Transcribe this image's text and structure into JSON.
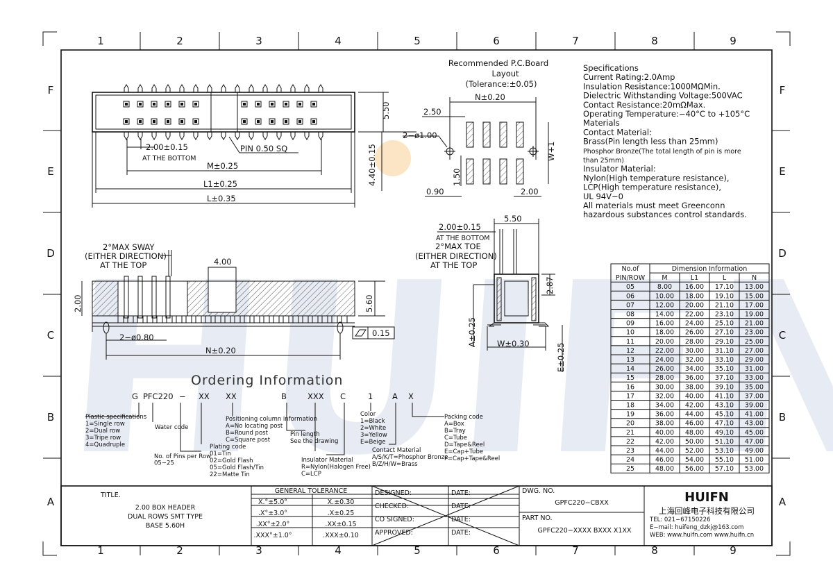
{
  "border": {
    "cols": [
      "1",
      "2",
      "3",
      "4",
      "5",
      "6",
      "7",
      "8",
      "9"
    ],
    "rows": [
      "F",
      "E",
      "D",
      "C",
      "B",
      "A"
    ]
  },
  "watermark": "HUIFN",
  "pcb": {
    "title_l1": "Recommended P.C.Board",
    "title_l2": "Layout",
    "tolerance": "(Tolerance:±0.05)",
    "n": "N±0.20",
    "d250": "2.50",
    "hole": "2−ø1.00",
    "d150": "1.50",
    "w1": "W+1",
    "d090": "0.90",
    "d200": "2.00"
  },
  "top_view": {
    "d550": "5.50",
    "pitch": "2.00±0.15",
    "at_bottom": "AT THE BOTTOM",
    "pin": "PIN 0.50 SQ",
    "m": "M±0.25",
    "l1": "L1±0.25",
    "l": "L±0.35",
    "d440": "4.40±0.15"
  },
  "front_view": {
    "sway1": "2°MAX SWAY",
    "sway2": "(EITHER DIRECTION)",
    "sway3": "AT THE TOP",
    "d400": "4.00",
    "d200": "2.00",
    "d560": "5.60",
    "holes": "2−ø0.80",
    "n": "N±0.20",
    "flat": "0.15"
  },
  "side_view": {
    "pitch": "2.00±0.15",
    "d550": "5.50",
    "at_bottom": "AT THE BOTTOM",
    "toe1": "2°MAX TOE",
    "toe2": "(EITHER DIRECTION)",
    "toe3": "AT THE TOP",
    "d287": "2.87",
    "a": "A±0.25",
    "w": "W±0.30",
    "e": "E±0.25"
  },
  "specs": [
    "Specifications",
    "Current Rating:2.0Amp",
    "Insulation Resistance:1000MΩMin.",
    "Dielectric Withstanding Voltage:500VAC",
    "Contact Resistance:20mΩMax.",
    "Operating Temperature:−40°C to +105°C",
    "Materials",
    "Contact Material:",
    "Brass(Pin length less than 25mm)",
    "Phosphor Bronze(The total length of pin is more",
    "than 25mm)",
    "Insulator Material:",
    "Nylon(High temperature resistance),",
    "LCP(High temperature resistance),",
    "UL 94V−0",
    "All materials must meet Greenconn",
    "hazardous substances control standards."
  ],
  "dim_table": {
    "h1": "No.of",
    "h2": "PIN/ROW",
    "group": "Dimension Information",
    "cols": [
      "M",
      "L1",
      "L",
      "N"
    ],
    "rows": [
      [
        "05",
        "8.00",
        "16.00",
        "17.10",
        "13.00"
      ],
      [
        "06",
        "10.00",
        "18.00",
        "19.10",
        "15.00"
      ],
      [
        "07",
        "12.00",
        "20.00",
        "21.10",
        "17.00"
      ],
      [
        "08",
        "14.00",
        "22.00",
        "23.10",
        "19.00"
      ],
      [
        "09",
        "16.00",
        "24.00",
        "25.10",
        "21.00"
      ],
      [
        "10",
        "18.00",
        "26.00",
        "27.10",
        "23.00"
      ],
      [
        "11",
        "20.00",
        "28.00",
        "29.10",
        "25.00"
      ],
      [
        "12",
        "22.00",
        "30.00",
        "31.10",
        "27.00"
      ],
      [
        "13",
        "24.00",
        "32.00",
        "33.10",
        "29.00"
      ],
      [
        "14",
        "26.00",
        "34.00",
        "35.10",
        "31.00"
      ],
      [
        "15",
        "28.00",
        "36.00",
        "37.10",
        "33.00"
      ],
      [
        "16",
        "30.00",
        "38.00",
        "39.10",
        "35.00"
      ],
      [
        "17",
        "32.00",
        "40.00",
        "41.10",
        "37.00"
      ],
      [
        "18",
        "34.00",
        "42.00",
        "43.10",
        "39.00"
      ],
      [
        "19",
        "36.00",
        "44.00",
        "45.10",
        "41.00"
      ],
      [
        "20",
        "38.00",
        "46.00",
        "47.10",
        "43.00"
      ],
      [
        "21",
        "40.00",
        "48.00",
        "49.10",
        "45.00"
      ],
      [
        "22",
        "42.00",
        "50.00",
        "51.10",
        "47.00"
      ],
      [
        "23",
        "44.00",
        "52.00",
        "53.10",
        "49.00"
      ],
      [
        "24",
        "46.00",
        "54.00",
        "55.10",
        "51.00"
      ],
      [
        "25",
        "48.00",
        "56.00",
        "57.10",
        "53.00"
      ]
    ]
  },
  "ordering": {
    "title": "Ordering Information",
    "code": [
      "G",
      "PFC220",
      "−",
      "XX",
      "XX",
      "B",
      "XXX",
      "C",
      "1",
      "A",
      "X"
    ],
    "plastic": [
      "Plastic specifications",
      "1=Single row",
      "2=Dual row",
      "3=Tripe row",
      "4=Quadruple"
    ],
    "water": "Water code",
    "pins": [
      "No. of Pins per Row",
      "05~25"
    ],
    "plating": [
      "Plating code",
      "01=Tin",
      "02=Gold Flash",
      "05=Gold Flash/Tin",
      "22=Matte Tin"
    ],
    "positioning": [
      "Positioning column information",
      "A=No locating post",
      "B=Round post",
      "C=Square post"
    ],
    "pinlen": [
      "Pin length",
      "See the drawing"
    ],
    "insulator": [
      "Insulator Material",
      "R=Nylon(Halogen Free)",
      "C=LCP"
    ],
    "color": [
      "Color",
      "1=Black",
      "2=White",
      "3=Yellow",
      "E=Beige"
    ],
    "contact": [
      "Contact Material",
      "A/S/K/T=Phosphor Bronze",
      "B/Z/H/W=Brass"
    ],
    "packing": [
      "Packing code",
      "A=Box",
      "B=Tray",
      "C=Tube",
      "D=Tape&Reel",
      "E=Cap+Tube",
      "F=Cap+Tape&Reel"
    ]
  },
  "title_block": {
    "title_label": "TITLE.",
    "title": [
      "2.00 BOX HEADER",
      "DUAL ROWS SMT TYPE",
      "BASE 5.60H"
    ],
    "gen_tol": "GENERAL TOLERANCE",
    "tol": [
      [
        "X.°±5.0°",
        "X.±0.30"
      ],
      [
        ".X°±3.0°",
        ".X±0.25"
      ],
      [
        ".XX°±2.0°",
        ".XX±0.15"
      ],
      [
        ".XXX°±1.0°",
        ".XXX±0.10"
      ]
    ],
    "sign": [
      "DESIGNED:",
      "CHECKED:",
      "CO SIGNED:",
      "APPROVED:"
    ],
    "date": "DATE:",
    "dwg_label": "DWG. NO.",
    "dwg": "GPFC220−CBXX",
    "part_label": "PART NO.",
    "part": "GPFC220−XXXX BXXX X1XX",
    "logo": "HUIFN",
    "company": "上海回峰电子科技有限公司",
    "tel": "TEL: 021−67150226",
    "email": "E−mail: huifeng_dzkj@163.com",
    "web": "WEB: www.huifn.com  www.huifn.cn"
  }
}
